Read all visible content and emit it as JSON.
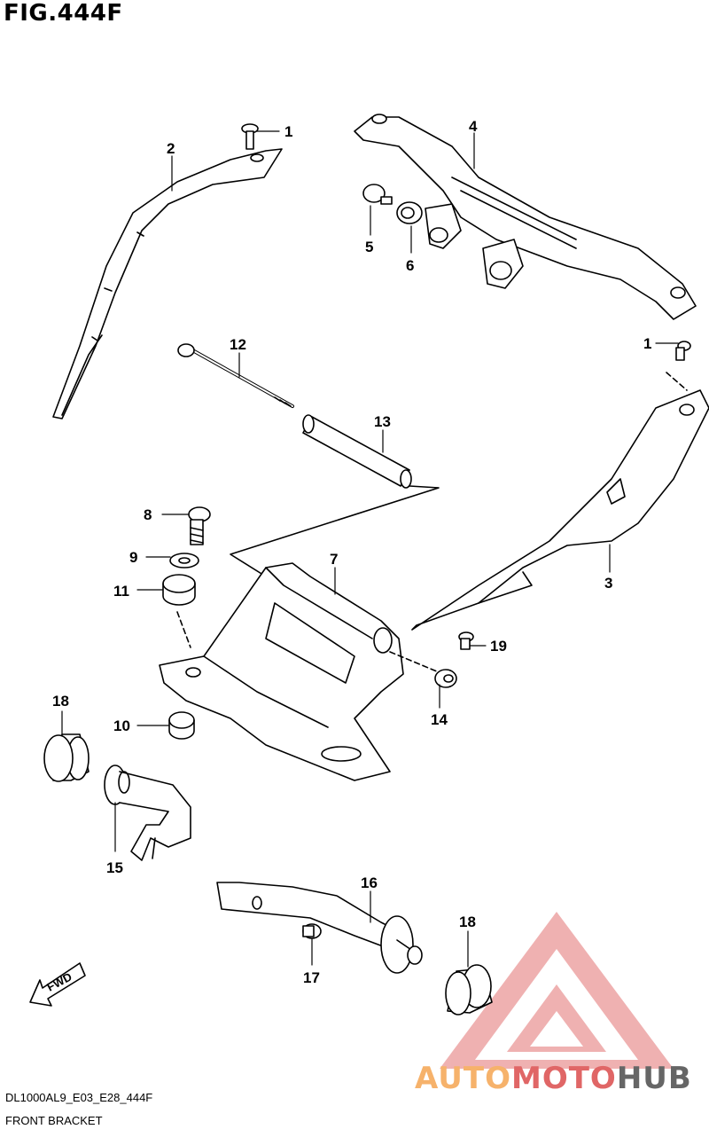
{
  "figure": {
    "title": "FIG.444F"
  },
  "callouts": [
    {
      "id": "c1a",
      "text": "1"
    },
    {
      "id": "c2",
      "text": "2"
    },
    {
      "id": "c4",
      "text": "4"
    },
    {
      "id": "c5",
      "text": "5"
    },
    {
      "id": "c6",
      "text": "6"
    },
    {
      "id": "c1b",
      "text": "1"
    },
    {
      "id": "c12",
      "text": "12"
    },
    {
      "id": "c13",
      "text": "13"
    },
    {
      "id": "c8",
      "text": "8"
    },
    {
      "id": "c9",
      "text": "9"
    },
    {
      "id": "c11",
      "text": "11"
    },
    {
      "id": "c7",
      "text": "7"
    },
    {
      "id": "c3",
      "text": "3"
    },
    {
      "id": "c19",
      "text": "19"
    },
    {
      "id": "c14",
      "text": "14"
    },
    {
      "id": "c18a",
      "text": "18"
    },
    {
      "id": "c10",
      "text": "10"
    },
    {
      "id": "c15",
      "text": "15"
    },
    {
      "id": "c16",
      "text": "16"
    },
    {
      "id": "c18b",
      "text": "18"
    },
    {
      "id": "c17",
      "text": "17"
    }
  ],
  "fwd_label": "FWD",
  "footer": {
    "code": "DL1000AL9_E03_E28_444F",
    "name": "FRONT BRACKET"
  },
  "watermark": {
    "part1": "AUTO",
    "part2": "MOTO",
    "part3": "HUB",
    "colors": {
      "auto": "#f6b26b",
      "moto": "#e06666",
      "hub": "#666666",
      "triangle": "#e06666"
    }
  }
}
